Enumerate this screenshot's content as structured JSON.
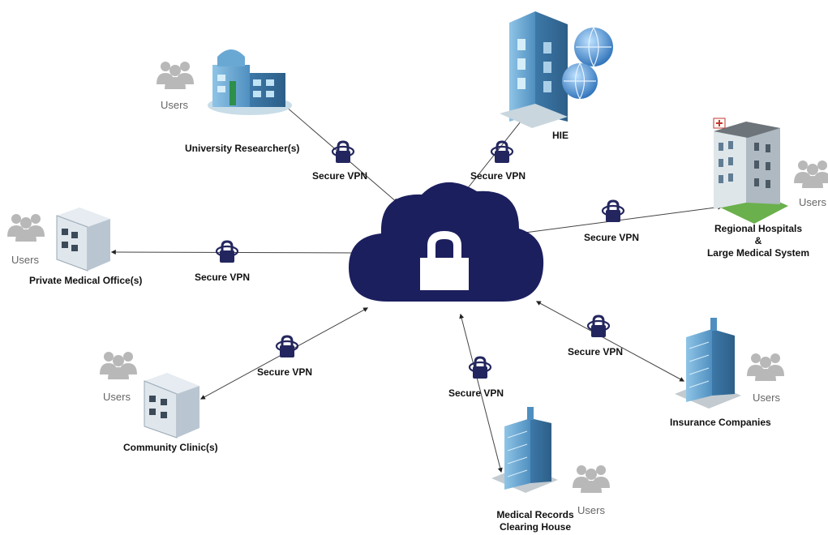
{
  "nodes": {
    "university": {
      "label": "University Researcher(s)",
      "users_label": "Users"
    },
    "hie": {
      "label": "HIE"
    },
    "regional": {
      "label_line1": "Regional Hospitals",
      "label_line2": "&",
      "label_line3": "Large Medical System",
      "users_label": "Users"
    },
    "private": {
      "label": "Private Medical Office(s)",
      "users_label": "Users"
    },
    "community": {
      "label": "Community Clinic(s)",
      "users_label": "Users"
    },
    "insurance": {
      "label": "Insurance Companies",
      "users_label": "Users"
    },
    "records": {
      "label_line1": "Medical Records",
      "label_line2": "Clearing House",
      "users_label": "Users"
    }
  },
  "connections": {
    "university": {
      "label": "Secure VPN"
    },
    "hie": {
      "label": "Secure VPN"
    },
    "regional": {
      "label": "Secure VPN"
    },
    "private": {
      "label": "Secure VPN"
    },
    "community": {
      "label": "Secure VPN"
    },
    "insurance": {
      "label": "Secure VPN"
    },
    "records": {
      "label": "Secure VPN"
    }
  },
  "colors": {
    "cloud": "#1c1f5e",
    "lock": "#23265e",
    "building_blue": "#6ea5cf",
    "building_glass": "#9fd0ea",
    "users_gray": "#b8b8b8"
  }
}
